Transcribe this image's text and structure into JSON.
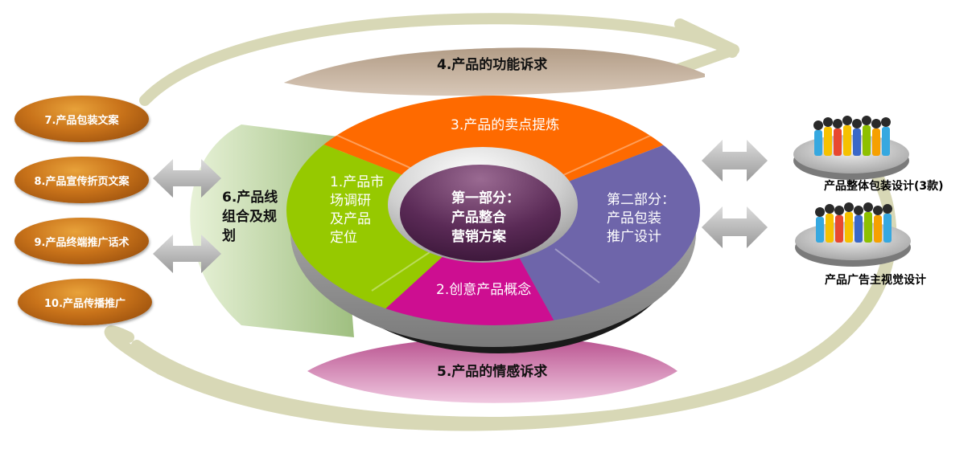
{
  "left_items": [
    "7.产品包装文案",
    "8.产品宣传折页文案",
    "9.产品终端推广话术",
    "10.产品传播推广"
  ],
  "functional_appeal": "4.产品的功能诉求",
  "emotional_appeal": "5.产品的情感诉求",
  "product_line": [
    "6.产品线",
    "组合及规",
    "划"
  ],
  "ring": {
    "top": "3.产品的卖点提炼",
    "left": [
      "1.产品市",
      "场调研",
      "及产品",
      "定位"
    ],
    "bottom": "2.创意产品概念",
    "right": [
      "第二部分：",
      "产品包装",
      "推广设计"
    ]
  },
  "center": [
    "第一部分：",
    "产品整合",
    "营销方案"
  ],
  "right_items": [
    "产品整体包装设计(3款)",
    "产品广告主视觉设计"
  ],
  "colors": {
    "orange": "#fe6a00",
    "green": "#96c900",
    "magenta": "#cd0e91",
    "purple": "#6e65aa",
    "pill": "#c9731a",
    "arc": "#d9d9b8"
  }
}
